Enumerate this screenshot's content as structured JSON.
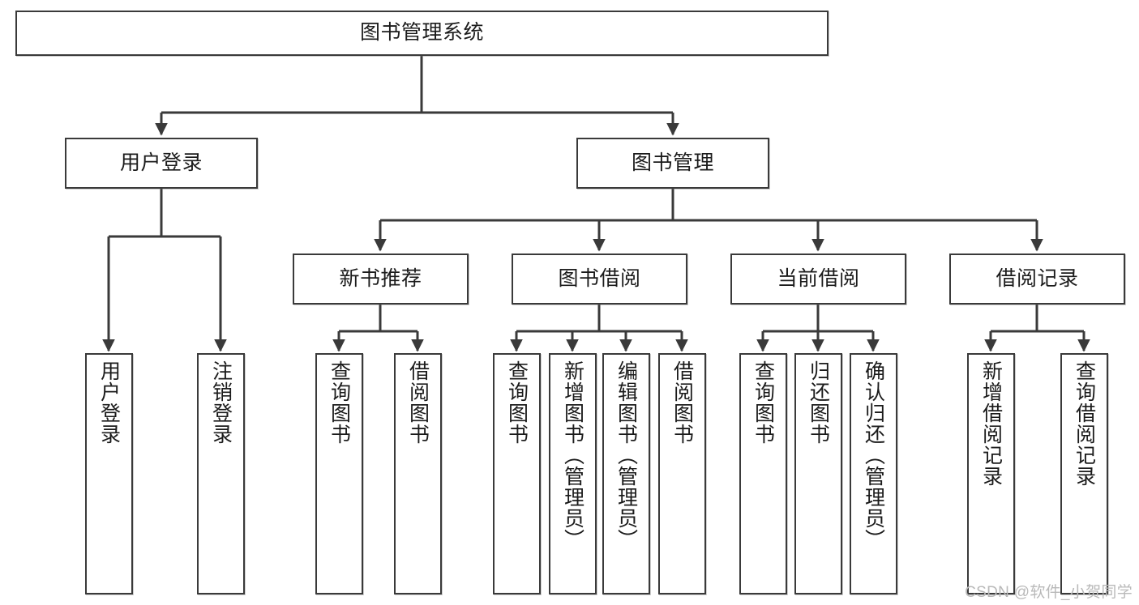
{
  "diagram": {
    "title": "图书管理系统",
    "type": "tree-hierarchy-chart",
    "watermark": "CSDN @软件_小贺同学",
    "colors": {
      "border": "#3a3a3a",
      "background": "#ffffff",
      "text": "#1b1b1b",
      "watermark": "#b9b9b9"
    },
    "nodes": {
      "root": {
        "label": "图书管理系统"
      },
      "level2": [
        {
          "id": "user-login",
          "label": "用户登录"
        },
        {
          "id": "book-management",
          "label": "图书管理"
        }
      ],
      "level3": [
        {
          "id": "new-book-recommend",
          "label": "新书推荐"
        },
        {
          "id": "book-borrow",
          "label": "图书借阅"
        },
        {
          "id": "current-borrow",
          "label": "当前借阅"
        },
        {
          "id": "borrow-record",
          "label": "借阅记录"
        }
      ],
      "leaves": {
        "user_login": [
          {
            "id": "leaf-user-login",
            "label": "用户登录"
          },
          {
            "id": "leaf-logout-login",
            "label": "注销登录"
          }
        ],
        "new_book_recommend": [
          {
            "id": "leaf-query-book-1",
            "label": "查询图书"
          },
          {
            "id": "leaf-borrow-book-1",
            "label": "借阅图书"
          }
        ],
        "book_borrow": [
          {
            "id": "leaf-query-book-2",
            "label": "查询图书"
          },
          {
            "id": "leaf-add-book-admin",
            "label": "新增图书（管理员）"
          },
          {
            "id": "leaf-edit-book-admin",
            "label": "编辑图书（管理员）"
          },
          {
            "id": "leaf-borrow-book-2",
            "label": "借阅图书"
          }
        ],
        "current_borrow": [
          {
            "id": "leaf-query-book-3",
            "label": "查询图书"
          },
          {
            "id": "leaf-return-book",
            "label": "归还图书"
          },
          {
            "id": "leaf-confirm-return-admin",
            "label": "确认归还（管理员）"
          }
        ],
        "borrow_record": [
          {
            "id": "leaf-add-borrow-record",
            "label": "新增借阅记录"
          },
          {
            "id": "leaf-query-borrow-record",
            "label": "查询借阅记录"
          }
        ]
      }
    }
  }
}
